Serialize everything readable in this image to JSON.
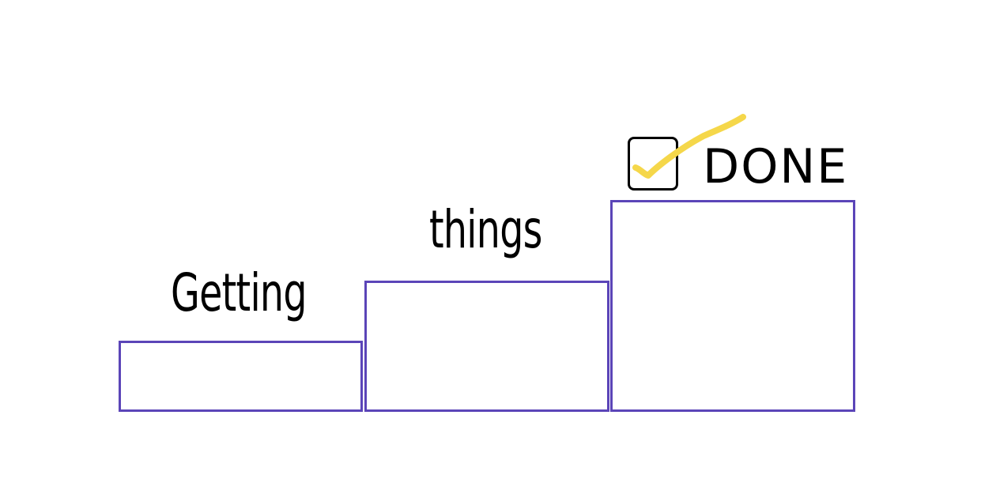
{
  "diagram": {
    "steps": [
      {
        "label": "Getting"
      },
      {
        "label": "things"
      },
      {
        "label": "DONE"
      }
    ],
    "colors": {
      "step_border": "#5b45b8",
      "text": "#000000",
      "checkmark": "#f5d74a",
      "background": "#ffffff"
    },
    "icons": {
      "checkbox": "checkbox-icon",
      "checkmark": "checkmark-icon"
    }
  }
}
